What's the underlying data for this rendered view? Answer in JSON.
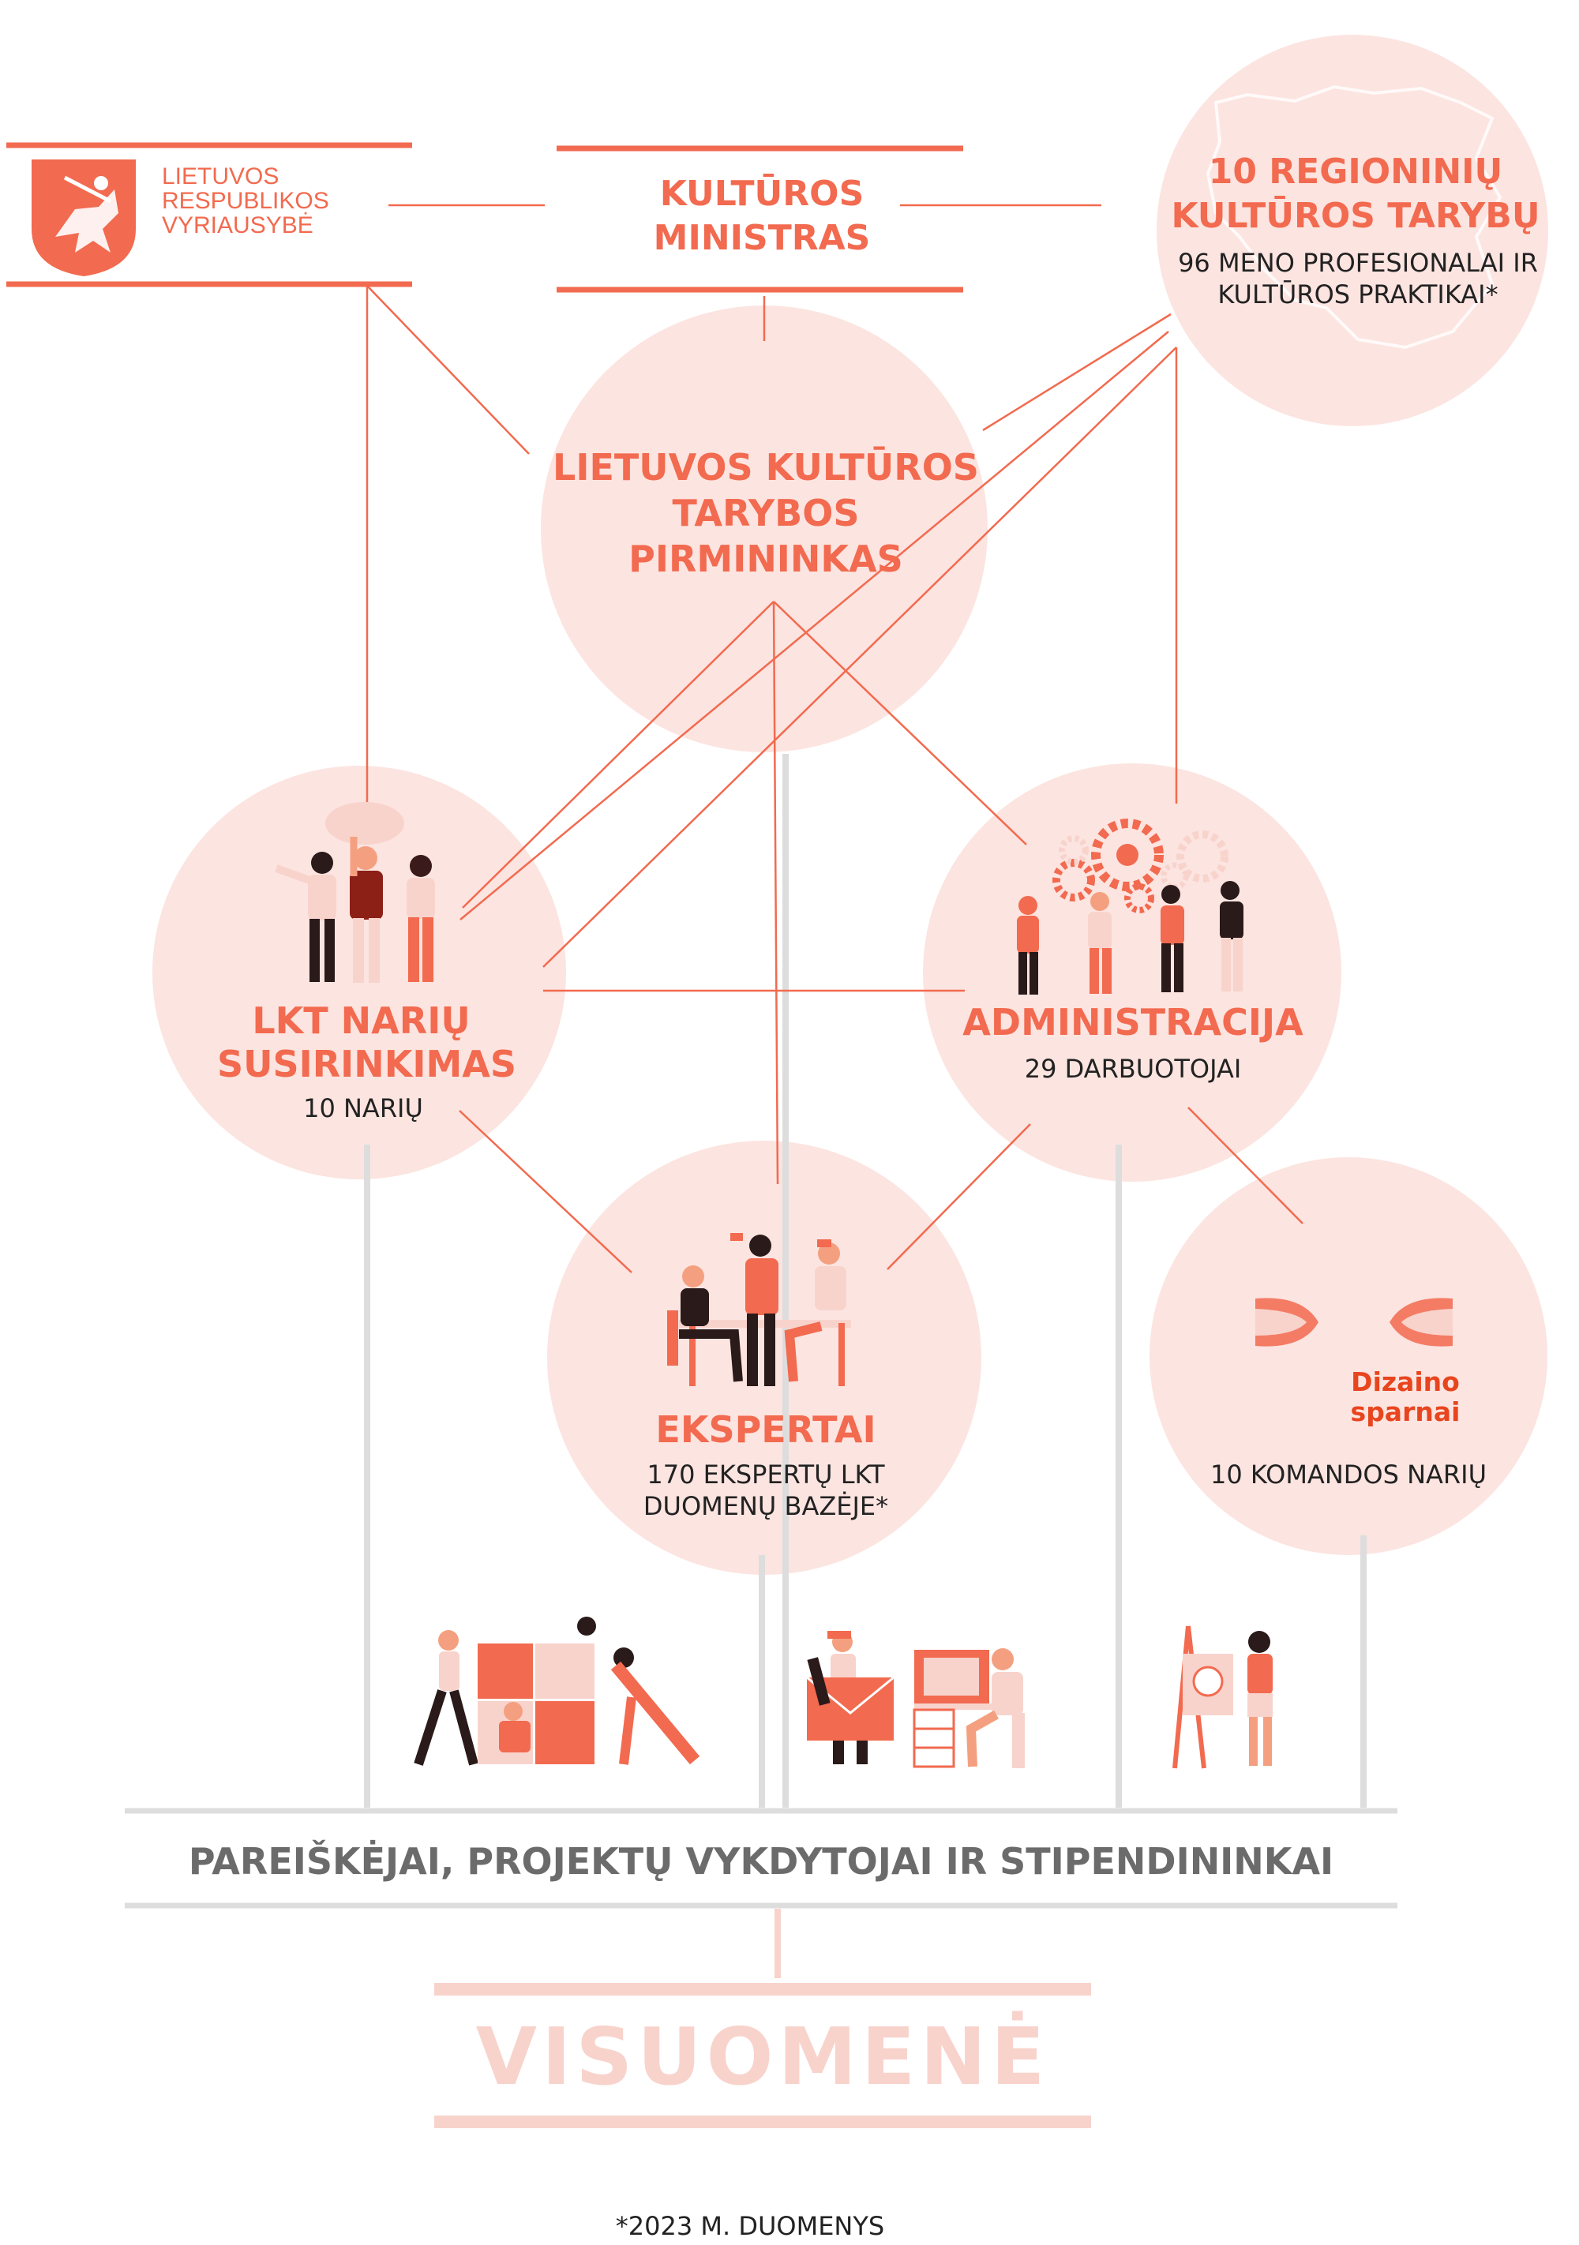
{
  "government": {
    "lines": [
      "LIETUVOS",
      "RESPUBLIKOS",
      "VYRIAUSYBĖ"
    ],
    "icon": "coat-of-arms-icon"
  },
  "minister": {
    "title": "KULTŪROS MINISTRAS"
  },
  "regional": {
    "title": "10 REGIONINIŲ KULTŪROS TARYBŲ",
    "subtitle": "96 MENO PROFESIONALAI IR KULTŪROS PRAKTIKAI*"
  },
  "chairman": {
    "title": "LIETUVOS KULTŪROS TARYBOS PIRMININKAS"
  },
  "assembly": {
    "title": "LKT NARIŲ SUSIRINKIMAS",
    "subtitle": "10 NARIŲ"
  },
  "administration": {
    "title": "ADMINISTRACIJA",
    "subtitle": "29 DARBUOTOJAI"
  },
  "experts": {
    "title": "EKSPERTAI",
    "subtitle": "170 EKSPERTŲ LKT DUOMENŲ BAZĖJE*"
  },
  "design_team": {
    "brand": "Dizaino sparnai",
    "subtitle": "10 KOMANDOS NARIŲ"
  },
  "applicants": {
    "title": "PAREIŠKĖJAI, PROJEKTŲ VYKDYTOJAI IR STIPENDININKAI"
  },
  "society": {
    "title": "VISUOMENĖ"
  },
  "footnote": "*2023 M. DUOMENYS",
  "colors": {
    "accent": "#f26a4f",
    "circle": "#fce4e0",
    "grey_line": "#dddddd",
    "bar_text": "#6b6b6b",
    "society": "#f8d3cc"
  }
}
